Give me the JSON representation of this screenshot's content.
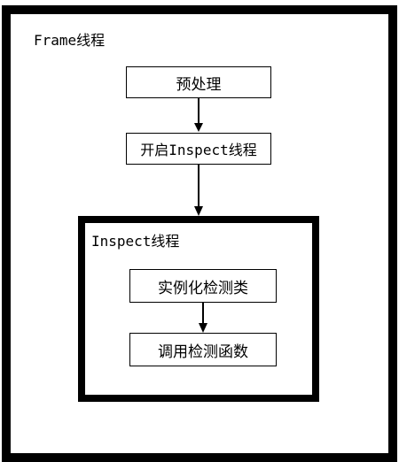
{
  "frame": {
    "label": "Frame线程"
  },
  "steps": {
    "preprocess": "预处理",
    "start_inspect": "开启Inspect线程"
  },
  "inspect": {
    "label": "Inspect线程",
    "instantiate": "实例化检测类",
    "call_detect": "调用检测函数"
  }
}
